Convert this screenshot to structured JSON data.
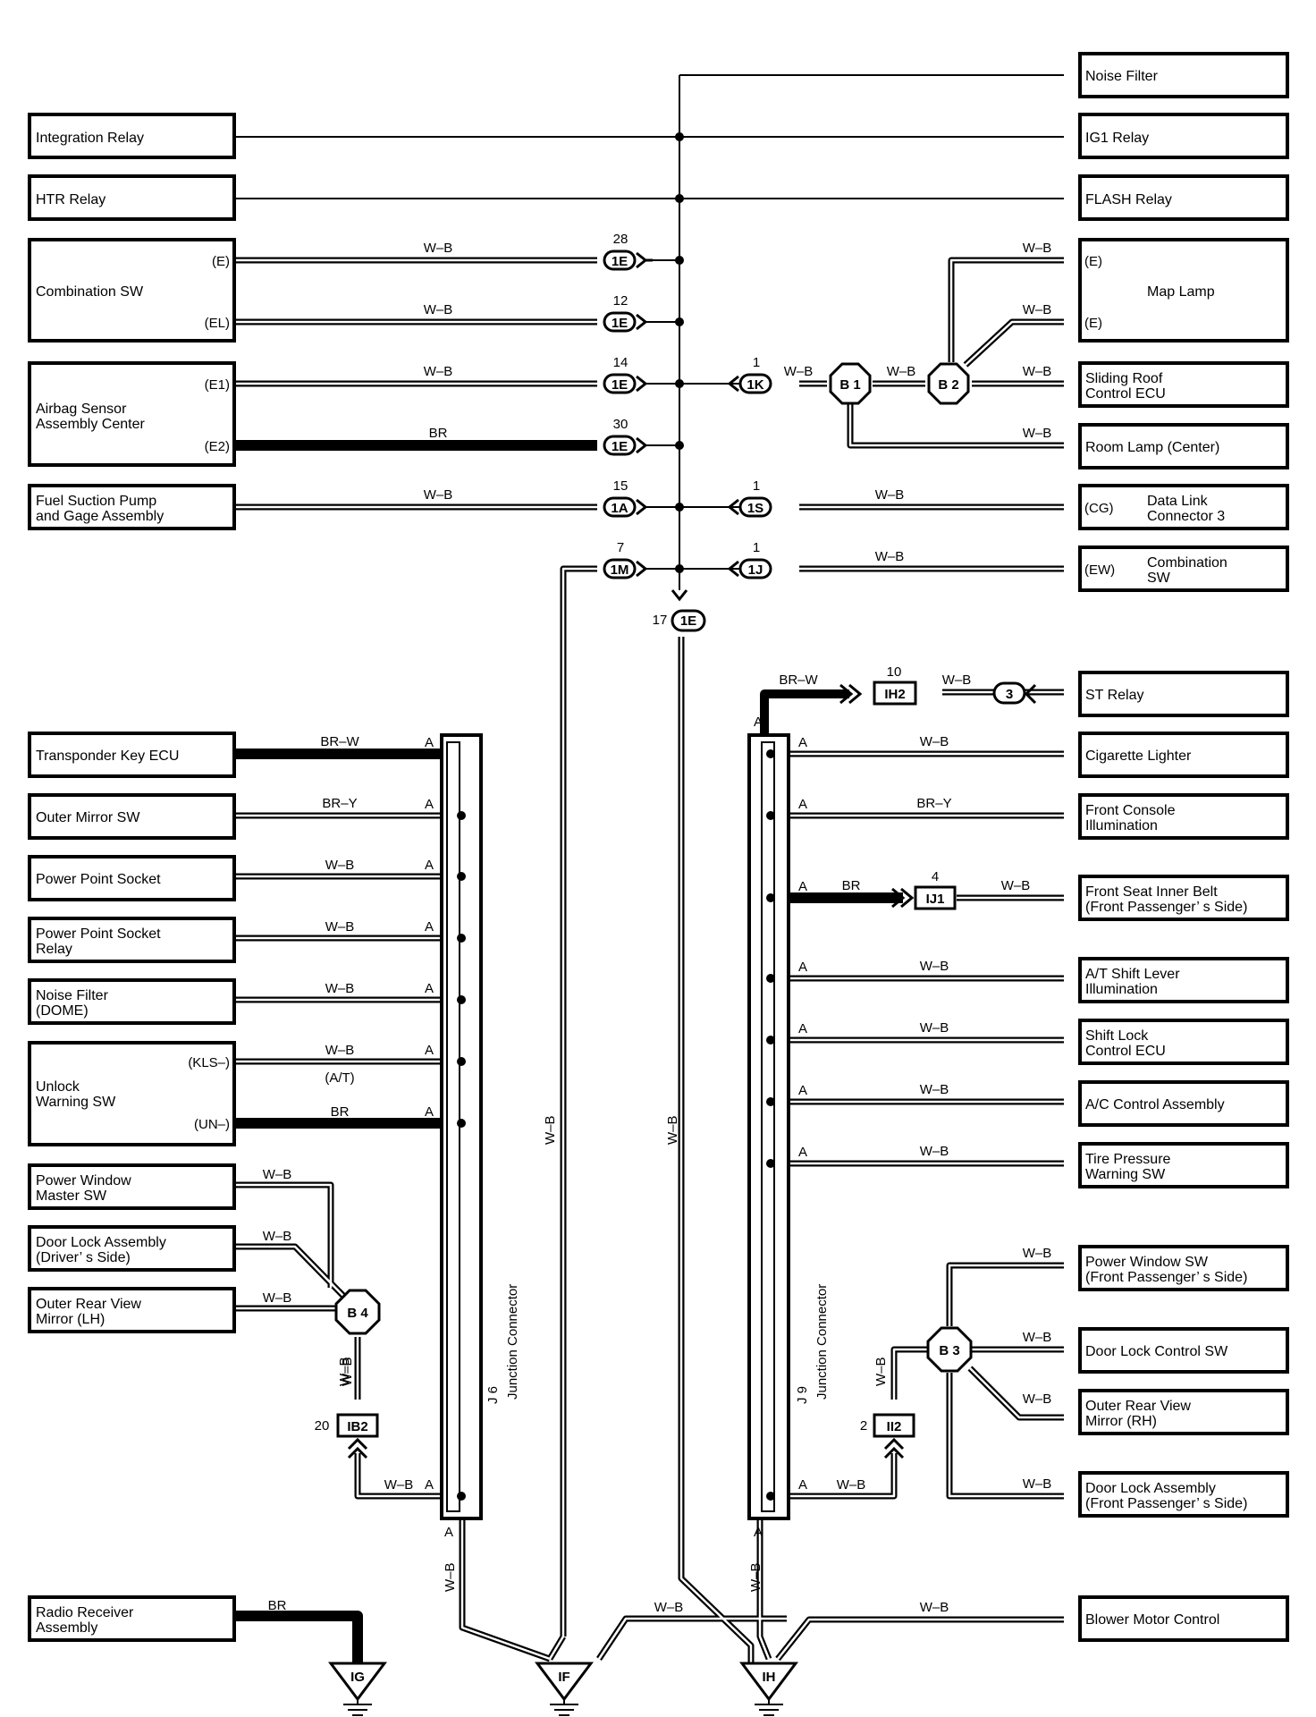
{
  "components": [
    {
      "id": "integration_relay",
      "lines": [
        "Integration Relay"
      ]
    },
    {
      "id": "htr_relay",
      "lines": [
        "HTR Relay"
      ]
    },
    {
      "id": "combination_sw_left",
      "lines": [
        "Combination SW"
      ]
    },
    {
      "id": "airbag_sensor",
      "lines": [
        "Airbag Sensor",
        "Assembly Center"
      ]
    },
    {
      "id": "fuel_suction",
      "lines": [
        "Fuel Suction Pump",
        "and Gage Assembly"
      ]
    },
    {
      "id": "noise_filter",
      "lines": [
        "Noise Filter"
      ]
    },
    {
      "id": "ig1_relay",
      "lines": [
        "IG1 Relay"
      ]
    },
    {
      "id": "flash_relay",
      "lines": [
        "FLASH Relay"
      ]
    },
    {
      "id": "map_lamp",
      "lines": [
        "Map Lamp"
      ]
    },
    {
      "id": "sliding_roof",
      "lines": [
        "Sliding Roof",
        "Control ECU"
      ]
    },
    {
      "id": "room_lamp",
      "lines": [
        "Room Lamp (Center)"
      ]
    },
    {
      "id": "data_link",
      "lines": [
        "Data Link",
        "Connector 3"
      ]
    },
    {
      "id": "combination_sw_right",
      "lines": [
        "Combination",
        "SW"
      ]
    },
    {
      "id": "st_relay",
      "lines": [
        "ST Relay"
      ]
    },
    {
      "id": "transponder",
      "lines": [
        "Transponder Key ECU"
      ]
    },
    {
      "id": "outer_mirror_sw",
      "lines": [
        "Outer Mirror SW"
      ]
    },
    {
      "id": "power_point_socket",
      "lines": [
        "Power Point Socket"
      ]
    },
    {
      "id": "power_point_relay",
      "lines": [
        "Power Point Socket",
        "Relay"
      ]
    },
    {
      "id": "noise_filter_dome",
      "lines": [
        "Noise Filter",
        "(DOME)"
      ]
    },
    {
      "id": "unlock_warning",
      "lines": [
        "Unlock",
        "Warning SW"
      ]
    },
    {
      "id": "pw_master",
      "lines": [
        "Power Window",
        "Master SW"
      ]
    },
    {
      "id": "door_lock_driver",
      "lines": [
        "Door Lock Assembly",
        "(Driver’ s Side)"
      ]
    },
    {
      "id": "outer_rear_lh",
      "lines": [
        "Outer Rear View",
        "Mirror (LH)"
      ]
    },
    {
      "id": "radio_receiver",
      "lines": [
        "Radio Receiver",
        "Assembly"
      ]
    },
    {
      "id": "cigarette_lighter",
      "lines": [
        "Cigarette Lighter"
      ]
    },
    {
      "id": "front_console_illum",
      "lines": [
        "Front Console",
        "Illumination"
      ]
    },
    {
      "id": "front_seat_belt",
      "lines": [
        "Front Seat Inner Belt",
        "(Front Passenger’ s Side)"
      ]
    },
    {
      "id": "at_shift_illum",
      "lines": [
        "A/T Shift Lever",
        "Illumination"
      ]
    },
    {
      "id": "shift_lock_ecu",
      "lines": [
        "Shift Lock",
        "Control ECU"
      ]
    },
    {
      "id": "ac_control",
      "lines": [
        "A/C Control Assembly"
      ]
    },
    {
      "id": "tire_pressure",
      "lines": [
        "Tire Pressure",
        "Warning SW"
      ]
    },
    {
      "id": "pw_front_pass",
      "lines": [
        "Power Window SW",
        "(Front Passenger’ s Side)"
      ]
    },
    {
      "id": "door_lock_control",
      "lines": [
        "Door Lock Control SW"
      ]
    },
    {
      "id": "outer_rear_rh",
      "lines": [
        "Outer Rear View",
        "Mirror (RH)"
      ]
    },
    {
      "id": "door_lock_front_pass",
      "lines": [
        "Door Lock Assembly",
        "(Front Passenger’ s Side)"
      ]
    },
    {
      "id": "blower_motor",
      "lines": [
        "Blower Motor Control"
      ]
    }
  ],
  "pins": {
    "comb_e": "(E)",
    "comb_el": "(EL)",
    "airbag_e1": "(E1)",
    "airbag_e2": "(E2)",
    "map_e1": "(E)",
    "map_e2": "(E)",
    "dlc_cg": "(CG)",
    "comb_ew": "(EW)",
    "unlock_kls": "(KLS–)",
    "unlock_un": "(UN–)",
    "unlock_at": "(A/T)"
  },
  "wires": {
    "w_b": "W–B",
    "br": "BR",
    "br_w": "BR–W",
    "br_y": "BR–Y"
  },
  "connectors": {
    "c28": {
      "num": "28",
      "code": "1E"
    },
    "c12": {
      "num": "12",
      "code": "1E"
    },
    "c14": {
      "num": "14",
      "code": "1E"
    },
    "c30": {
      "num": "30",
      "code": "1E"
    },
    "c15": {
      "num": "15",
      "code": "1A"
    },
    "c7": {
      "num": "7",
      "code": "1M"
    },
    "c17": {
      "num": "17",
      "code": "1E"
    },
    "c1k": {
      "num": "1",
      "code": "1K"
    },
    "c1s": {
      "num": "1",
      "code": "1S"
    },
    "c1j": {
      "num": "1",
      "code": "1J"
    },
    "ih2": {
      "num": "10",
      "code": "IH2"
    },
    "st3": {
      "code": "3"
    },
    "ij1": {
      "num": "4",
      "code": "IJ1"
    },
    "ib2": {
      "num": "20",
      "code": "IB2"
    },
    "ii2": {
      "num": "2",
      "code": "II2"
    }
  },
  "junctions": {
    "b1": "B 1",
    "b2": "B 2",
    "b3": "B 3",
    "b4": "B 4"
  },
  "junction_connectors": {
    "j6_code": "J 6",
    "j6_name": "Junction Connector",
    "j9_code": "J 9",
    "j9_name": "Junction Connector",
    "pin": "A"
  },
  "grounds": {
    "ig": "IG",
    "if": "IF",
    "ih": "IH"
  }
}
